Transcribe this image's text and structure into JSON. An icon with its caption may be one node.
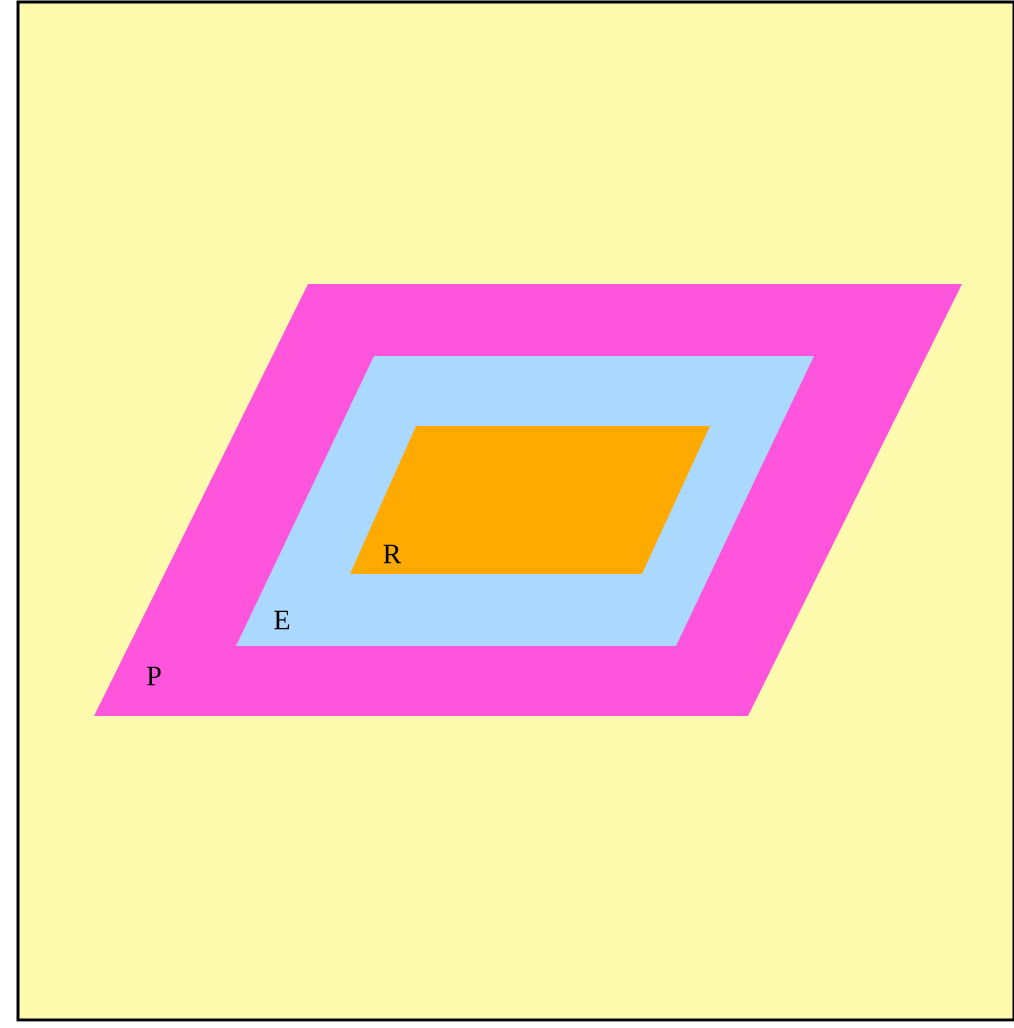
{
  "diagram": {
    "nodes": [
      {
        "text": [
          "P"
        ]
      },
      {
        "text": [
          "E"
        ],
        "in": 0
      },
      {
        "text": [
          "R"
        ],
        "in": 1
      }
    ]
  }
}
